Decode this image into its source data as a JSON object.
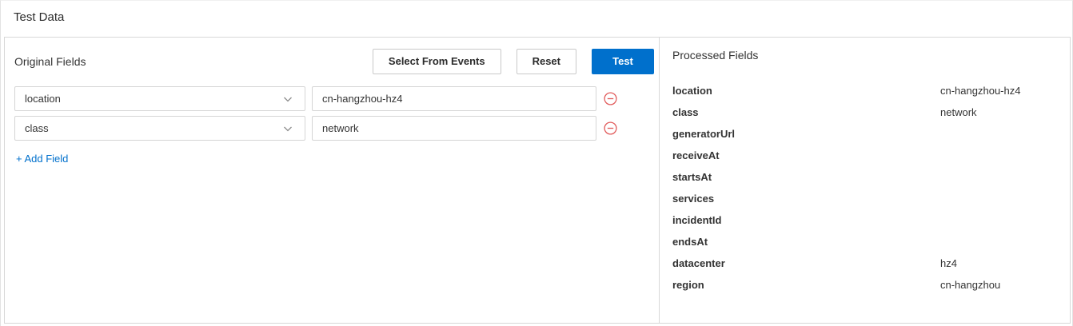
{
  "header": {
    "title": "Test Data"
  },
  "original_fields": {
    "title": "Original Fields",
    "buttons": {
      "select_from_events": "Select From Events",
      "reset": "Reset",
      "test": "Test"
    },
    "rows": [
      {
        "field": "location",
        "value": "cn-hangzhou-hz4"
      },
      {
        "field": "class",
        "value": "network"
      }
    ],
    "add_field_label": "+ Add Field"
  },
  "processed_fields": {
    "title": "Processed Fields",
    "rows": [
      {
        "key": "location",
        "value": "cn-hangzhou-hz4"
      },
      {
        "key": "class",
        "value": "network"
      },
      {
        "key": "generatorUrl",
        "value": ""
      },
      {
        "key": "receiveAt",
        "value": ""
      },
      {
        "key": "startsAt",
        "value": ""
      },
      {
        "key": "services",
        "value": ""
      },
      {
        "key": "incidentId",
        "value": ""
      },
      {
        "key": "endsAt",
        "value": ""
      },
      {
        "key": "datacenter",
        "value": "hz4"
      },
      {
        "key": "region",
        "value": "cn-hangzhou"
      }
    ]
  },
  "icons": {
    "select_chevron": "chevron-down-icon",
    "remove_row": "minus-circle-icon"
  },
  "colors": {
    "primary": "#0070cc",
    "link": "#0070cc",
    "danger": "#e15b5b",
    "border": "#d8d8d8",
    "text": "#333333"
  }
}
